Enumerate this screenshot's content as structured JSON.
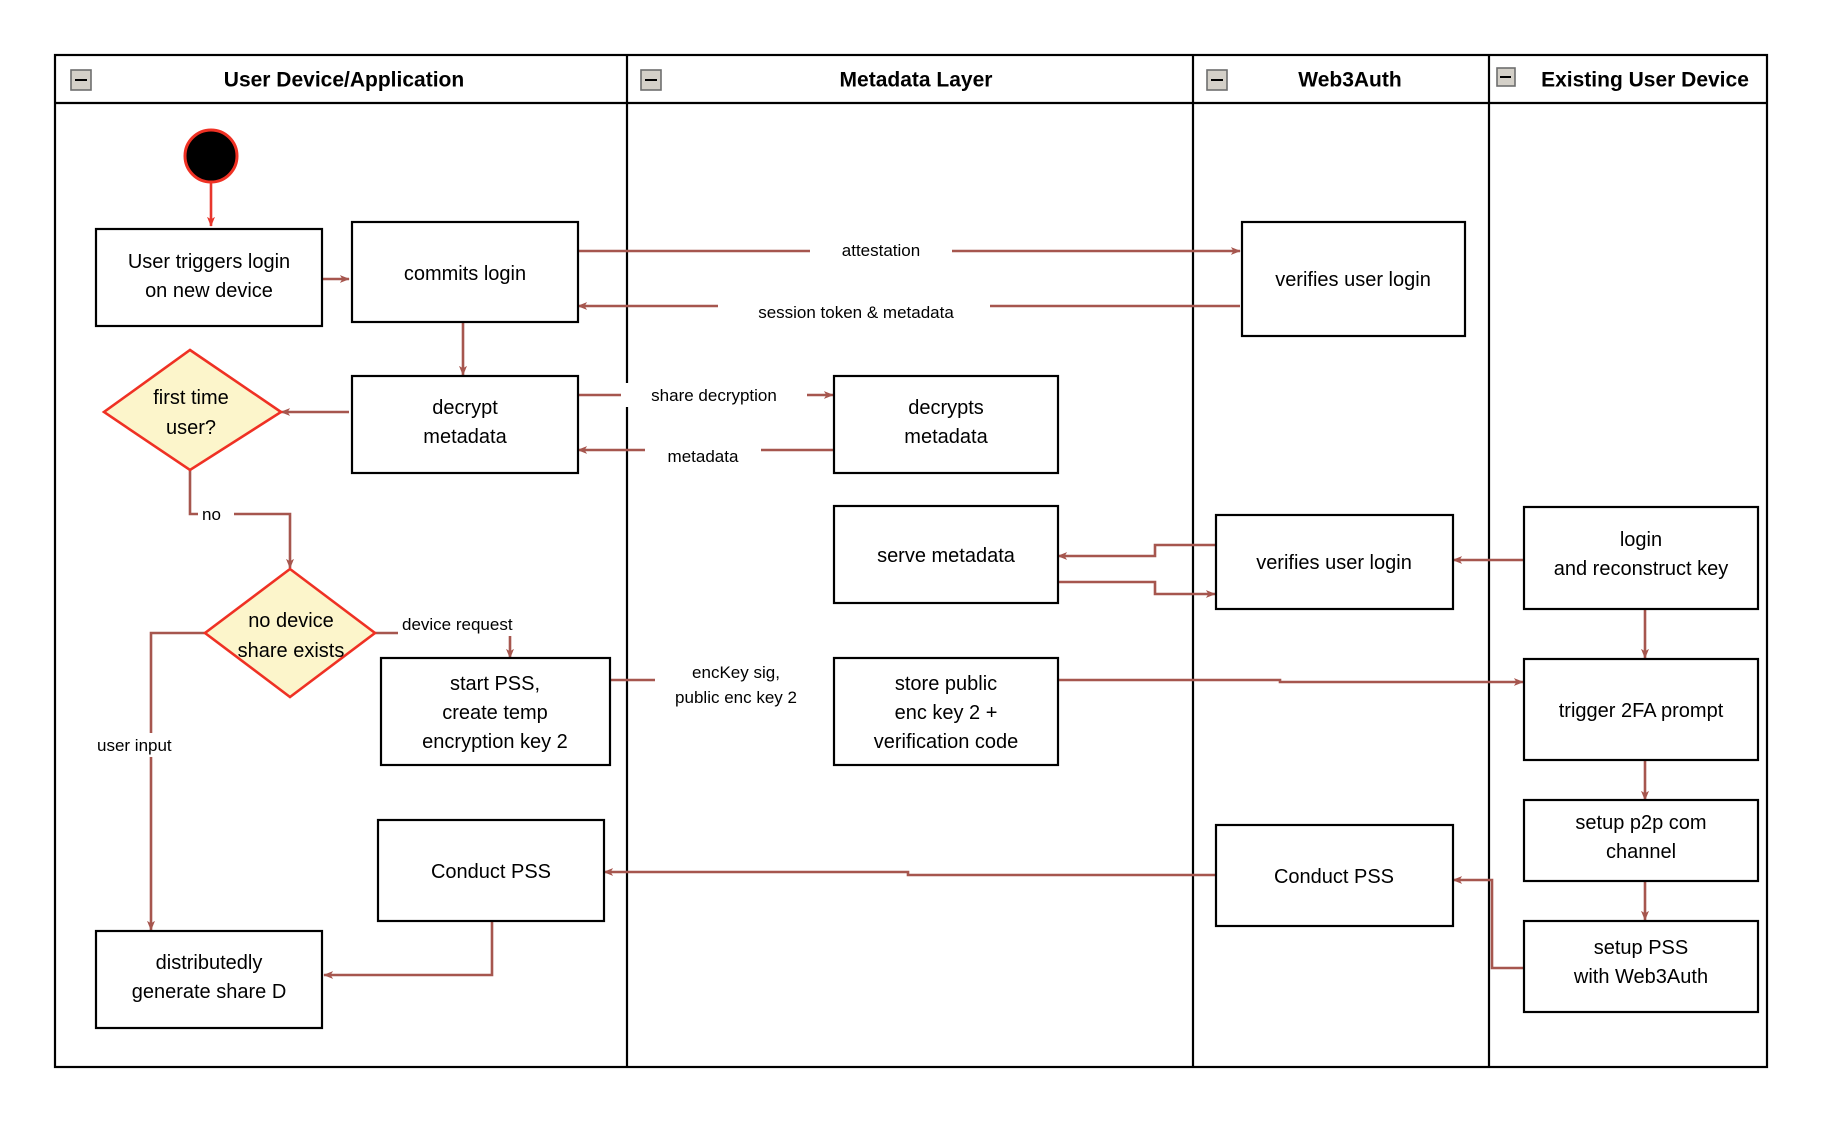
{
  "diagram": {
    "type": "activity-swimlane-flowchart",
    "colors": {
      "arrow": "#a6564e",
      "decision_border": "#ef3124",
      "decision_fill": "#fcf5cb",
      "box_border": "#000000",
      "box_fill": "#ffffff",
      "start_node_fill": "#000000",
      "start_node_border": "#ef3124"
    },
    "lanes": [
      {
        "id": "lane-user-device",
        "title": "User Device/Application",
        "collapse_icon": "minus-icon"
      },
      {
        "id": "lane-metadata",
        "title": "Metadata Layer",
        "collapse_icon": "minus-icon"
      },
      {
        "id": "lane-web3auth",
        "title": "Web3Auth",
        "collapse_icon": "minus-icon"
      },
      {
        "id": "lane-existing-device",
        "title": "Existing User Device",
        "collapse_icon": "minus-icon"
      }
    ],
    "nodes": [
      {
        "id": "start",
        "lane": "lane-user-device",
        "shape": "start-circle",
        "label": ""
      },
      {
        "id": "user-triggers-login",
        "lane": "lane-user-device",
        "shape": "box",
        "lines": [
          "User triggers login",
          "on new device"
        ]
      },
      {
        "id": "commits-login",
        "lane": "lane-user-device",
        "shape": "box",
        "lines": [
          "commits login"
        ]
      },
      {
        "id": "first-time-user",
        "lane": "lane-user-device",
        "shape": "diamond",
        "lines": [
          "first time",
          "user?"
        ]
      },
      {
        "id": "decrypt-metadata",
        "lane": "lane-user-device",
        "shape": "box",
        "lines": [
          "decrypt",
          "metadata"
        ]
      },
      {
        "id": "no-device-share",
        "lane": "lane-user-device",
        "shape": "diamond",
        "lines": [
          "no device",
          "share exists"
        ]
      },
      {
        "id": "start-pss",
        "lane": "lane-user-device",
        "shape": "box",
        "lines": [
          "start PSS,",
          "create temp",
          "encryption key 2"
        ]
      },
      {
        "id": "conduct-pss-user",
        "lane": "lane-user-device",
        "shape": "box",
        "lines": [
          "Conduct PSS"
        ]
      },
      {
        "id": "generate-share-d",
        "lane": "lane-user-device",
        "shape": "box",
        "lines": [
          "distributedly",
          "generate share D"
        ]
      },
      {
        "id": "decrypts-metadata",
        "lane": "lane-metadata",
        "shape": "box",
        "lines": [
          "decrypts",
          "metadata"
        ]
      },
      {
        "id": "serve-metadata",
        "lane": "lane-metadata",
        "shape": "box",
        "lines": [
          "serve metadata"
        ]
      },
      {
        "id": "store-public-key",
        "lane": "lane-metadata",
        "shape": "box",
        "lines": [
          "store public",
          "enc key 2 +",
          "verification code"
        ]
      },
      {
        "id": "verifies-user-login-1",
        "lane": "lane-web3auth",
        "shape": "box",
        "lines": [
          "verifies user login"
        ]
      },
      {
        "id": "verifies-user-login-2",
        "lane": "lane-web3auth",
        "shape": "box",
        "lines": [
          "verifies user login"
        ]
      },
      {
        "id": "conduct-pss-web3auth",
        "lane": "lane-web3auth",
        "shape": "box",
        "lines": [
          "Conduct PSS"
        ]
      },
      {
        "id": "login-reconstruct",
        "lane": "lane-existing-device",
        "shape": "box",
        "lines": [
          "login",
          "and reconstruct key"
        ]
      },
      {
        "id": "trigger-2fa",
        "lane": "lane-existing-device",
        "shape": "box",
        "lines": [
          "trigger 2FA prompt"
        ]
      },
      {
        "id": "setup-p2p",
        "lane": "lane-existing-device",
        "shape": "box",
        "lines": [
          "setup p2p com",
          "channel"
        ]
      },
      {
        "id": "setup-pss-web3auth",
        "lane": "lane-existing-device",
        "shape": "box",
        "lines": [
          "setup PSS",
          "with Web3Auth"
        ]
      }
    ],
    "edge_labels": [
      {
        "id": "edge-attestation",
        "text": "attestation"
      },
      {
        "id": "edge-session-token",
        "text": "session token & metadata"
      },
      {
        "id": "edge-share-decryption",
        "text": "share decryption"
      },
      {
        "id": "edge-metadata",
        "text": "metadata"
      },
      {
        "id": "edge-no",
        "text": "no"
      },
      {
        "id": "edge-user-input",
        "text": "user input"
      },
      {
        "id": "edge-device-request",
        "text": "device request"
      },
      {
        "id": "edge-enckey-sig",
        "text": "encKey sig,"
      },
      {
        "id": "edge-public-enc-key-2",
        "text": "public enc key 2"
      }
    ]
  }
}
